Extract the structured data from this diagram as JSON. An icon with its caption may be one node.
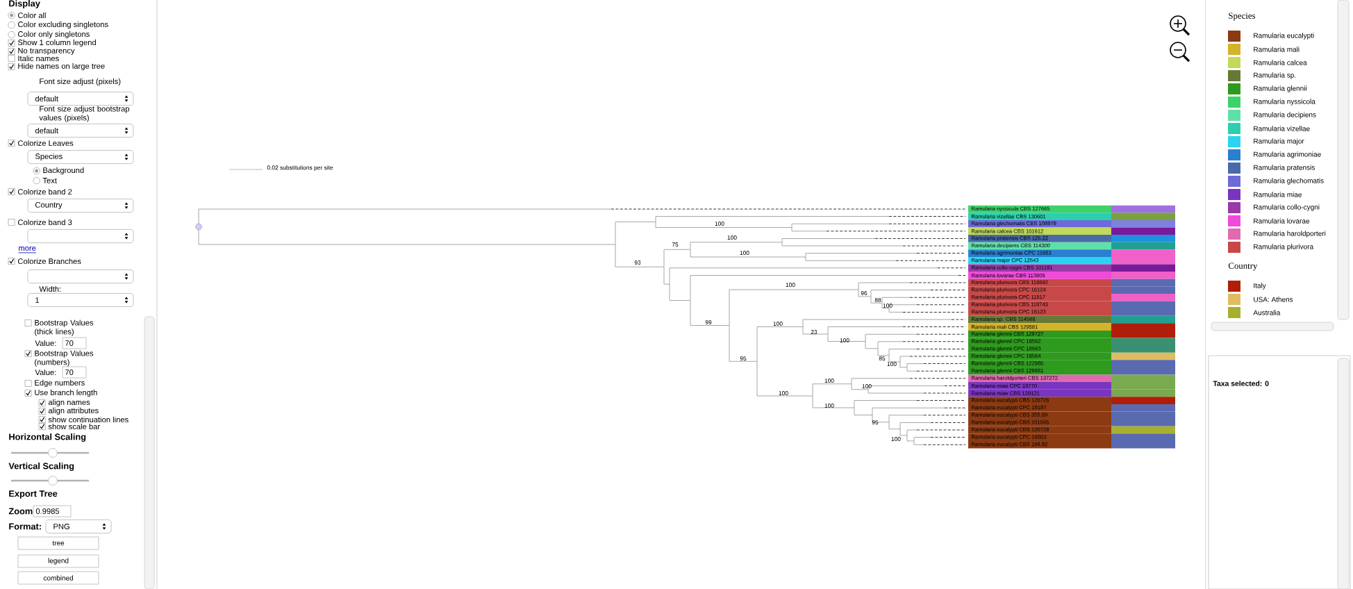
{
  "diagram": {
    "labels": [
      "Display",
      "Color all",
      "Color excluding singletons",
      "Color only singletons",
      "Show 1 column legend",
      "No transparency",
      "Italic names",
      "Hide names on large tree",
      "Font size adjust (pixels)",
      "default",
      "Font size adjust bootstrap values (pixels)",
      "default",
      "Colorize Leaves",
      "Species",
      "Background",
      "Text",
      "Colorize band 2",
      "Country",
      "Colorize band 3",
      "more",
      "Colorize Branches",
      "Width:",
      "1",
      "Bootstrap Values (thick lines)",
      "Value:",
      "70",
      "Bootstrap Values (numbers)",
      "Value:",
      "70",
      "Edge numbers",
      "Use branch length",
      "align names",
      "align attributes",
      "show continuation lines",
      "show scale bar",
      "Horizontal Scaling",
      "Vertical Scaling",
      "Export Tree",
      "Zoom",
      "0.9985",
      "Format:",
      "PNG",
      "tree",
      "legend",
      "combined",
      "0.02 substitutions per site",
      "100",
      "100",
      "75",
      "100",
      "93",
      "100",
      "96",
      "88",
      "100",
      "99",
      "100",
      "23",
      "100",
      "95",
      "85",
      "100",
      "100",
      "100",
      "100",
      "100",
      "95",
      "100",
      "Ramularia nyssicola CBS 127665",
      "Ramularia vizellae CBS 130601",
      "Ramularia glechomatis CBS 108979",
      "Ramularia calcea CBS 101612",
      "Ramularia pratensis CBS 125.22",
      "Ramularia decipiens CBS 114300",
      "Ramularia agrimoniae CPC 11653",
      "Ramularia major CPC 12543",
      "Ramularia collo-cygni CBS 101181",
      "Ramularia lovarae CBS 113805",
      "Ramularia plurivora CBS 118692",
      "Ramularia plurivora CPC 16124",
      "Ramularia plurivora CPC 11517",
      "Ramularia plurivora CBS 118743",
      "Ramularia plurivora CPC 16123",
      "Ramularia sp. CBS 114568",
      "Ramularia mali CBS 129581",
      "Ramularia glennii CBS 129727",
      "Ramularia glennii CPC 18562",
      "Ramularia glennii CPC 18563",
      "Ramularia glennii CPC 18564",
      "Ramularia glennii CBS 122980",
      "Ramularia glennii CBS 129881",
      "Ramularia haroldporteri CBS 137272",
      "Ramularia miae CPC 19770",
      "Ramularia miae CBS 129121",
      "Ramularia eucalypti CBS 120726",
      "Ramularia eucalypti CPC 19187",
      "Ramularia eucalypti CBS 355.89",
      "Ramularia eucalypti CBS 101045",
      "Ramularia eucalypti CBS 120728",
      "Ramularia eucalypti CPC 16803",
      "Ramularia eucalypti CBS 156.82",
      "Species",
      "Country",
      "Taxa selected: 0"
    ],
    "legend": [
      {
        "text": "Ramularia eucalypti",
        "color": "#8b3a12"
      },
      {
        "text": "Ramularia mali",
        "color": "#d4b22a"
      },
      {
        "text": "Ramularia calcea",
        "color": "#c2d95a"
      },
      {
        "text": "Ramularia sp.",
        "color": "#667a35"
      },
      {
        "text": "Ramularia glennii",
        "color": "#2e9a1e"
      },
      {
        "text": "Ramularia nyssicola",
        "color": "#3ed26a"
      },
      {
        "text": "Ramularia decipiens",
        "color": "#5fe0a8"
      },
      {
        "text": "Ramularia vizellae",
        "color": "#2ccfb0"
      },
      {
        "text": "Ramularia major",
        "color": "#2ad4f0"
      },
      {
        "text": "Ramularia agrimoniae",
        "color": "#2a7fd0"
      },
      {
        "text": "Ramularia pratensis",
        "color": "#4a6aaa"
      },
      {
        "text": "Ramularia glechomatis",
        "color": "#6e6ad8"
      },
      {
        "text": "Ramularia miae",
        "color": "#7a35c0"
      },
      {
        "text": "Ramularia collo-cygni",
        "color": "#9a3aa8"
      },
      {
        "text": "Ramularia lovarae",
        "color": "#f04adc"
      },
      {
        "text": "Ramularia haroldporteri",
        "color": "#e06ab0"
      },
      {
        "text": "Ramularia plurivora",
        "color": "#c84848"
      },
      {
        "text": "Italy",
        "color": "#b01e0a"
      },
      {
        "text": "USA: Athens",
        "color": "#e0bc60"
      },
      {
        "text": "Australia",
        "color": "#a8b030"
      }
    ]
  }
}
